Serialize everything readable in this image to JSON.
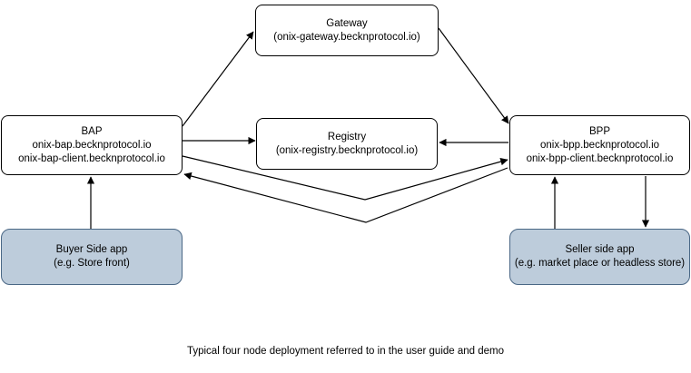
{
  "diagram": {
    "title_caption": "Typical four node deployment referred to in the user guide and demo",
    "colors": {
      "node_fill": "#ffffff",
      "node_stroke": "#000000",
      "app_fill": "#bdccdb",
      "app_stroke": "#4a6785",
      "edge_stroke": "#000000",
      "text": "#000000"
    },
    "nodes": [
      {
        "id": "gateway",
        "name": "Gateway",
        "line1": "Gateway",
        "line2": "(onix-gateway.becknprotocol.io)",
        "line3": "",
        "kind": "service"
      },
      {
        "id": "bap",
        "name": "BAP",
        "line1": "BAP",
        "line2": "onix-bap.becknprotocol.io",
        "line3": "onix-bap-client.becknprotocol.io",
        "kind": "service"
      },
      {
        "id": "registry",
        "name": "Registry",
        "line1": "Registry",
        "line2": "(onix-registry.becknprotocol.io)",
        "line3": "",
        "kind": "service"
      },
      {
        "id": "bpp",
        "name": "BPP",
        "line1": "BPP",
        "line2": "onix-bpp.becknprotocol.io",
        "line3": "onix-bpp-client.becknprotocol.io",
        "kind": "service"
      },
      {
        "id": "buyer-app",
        "name": "Buyer Side app",
        "line1": "Buyer Side app",
        "line2": "(e.g. Store front)",
        "line3": "",
        "kind": "app"
      },
      {
        "id": "seller-app",
        "name": "Seller side app",
        "line1": "Seller side app",
        "line2": "(e.g. market place or headless store)",
        "line3": "",
        "kind": "app"
      }
    ],
    "edges": [
      {
        "id": "bap-to-gateway",
        "from": "bap",
        "to": "gateway",
        "label": "",
        "style": "straight"
      },
      {
        "id": "gateway-to-bpp",
        "from": "gateway",
        "to": "bpp",
        "label": "",
        "style": "straight"
      },
      {
        "id": "bap-to-registry",
        "from": "bap",
        "to": "registry",
        "label": "",
        "style": "straight"
      },
      {
        "id": "bpp-to-registry",
        "from": "bpp",
        "to": "registry",
        "label": "",
        "style": "straight"
      },
      {
        "id": "bap-to-bpp",
        "from": "bap",
        "to": "bpp",
        "label": "",
        "style": "v-polyline"
      },
      {
        "id": "bpp-to-bap",
        "from": "bpp",
        "to": "bap",
        "label": "",
        "style": "v-polyline"
      },
      {
        "id": "buyer-app-to-bap",
        "from": "buyer-app",
        "to": "bap",
        "label": "",
        "style": "straight"
      },
      {
        "id": "seller-app-to-bpp",
        "from": "seller-app",
        "to": "bpp",
        "label": "",
        "style": "straight"
      },
      {
        "id": "bpp-to-seller-app",
        "from": "bpp",
        "to": "seller-app",
        "label": "",
        "style": "straight"
      }
    ]
  }
}
